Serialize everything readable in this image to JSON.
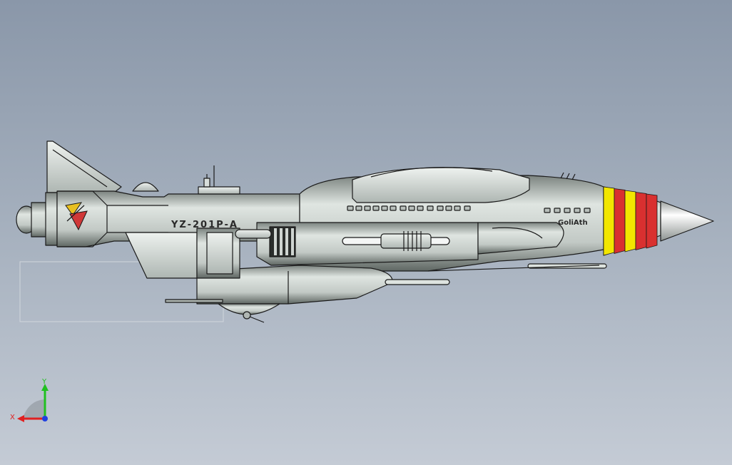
{
  "viewport": {
    "background_top": "#8a97a9",
    "background_bottom": "#c4cbd5"
  },
  "model": {
    "hull_color": "#c9d0cc",
    "hull_shadow": "#6f7773",
    "outline_color": "#1a1a1a",
    "designation": "YZ-201P-A",
    "name": "GoliAth",
    "nose_stripes": [
      "#f2e600",
      "#d93030",
      "#f2e600",
      "#d93030",
      "#d93030"
    ],
    "emblem_colors": [
      "#e8c020",
      "#d03838"
    ]
  },
  "triad": {
    "x_label": "X",
    "y_label": "Y",
    "x_color": "#e02020",
    "y_color": "#20c020",
    "z_color": "#2040e0"
  }
}
